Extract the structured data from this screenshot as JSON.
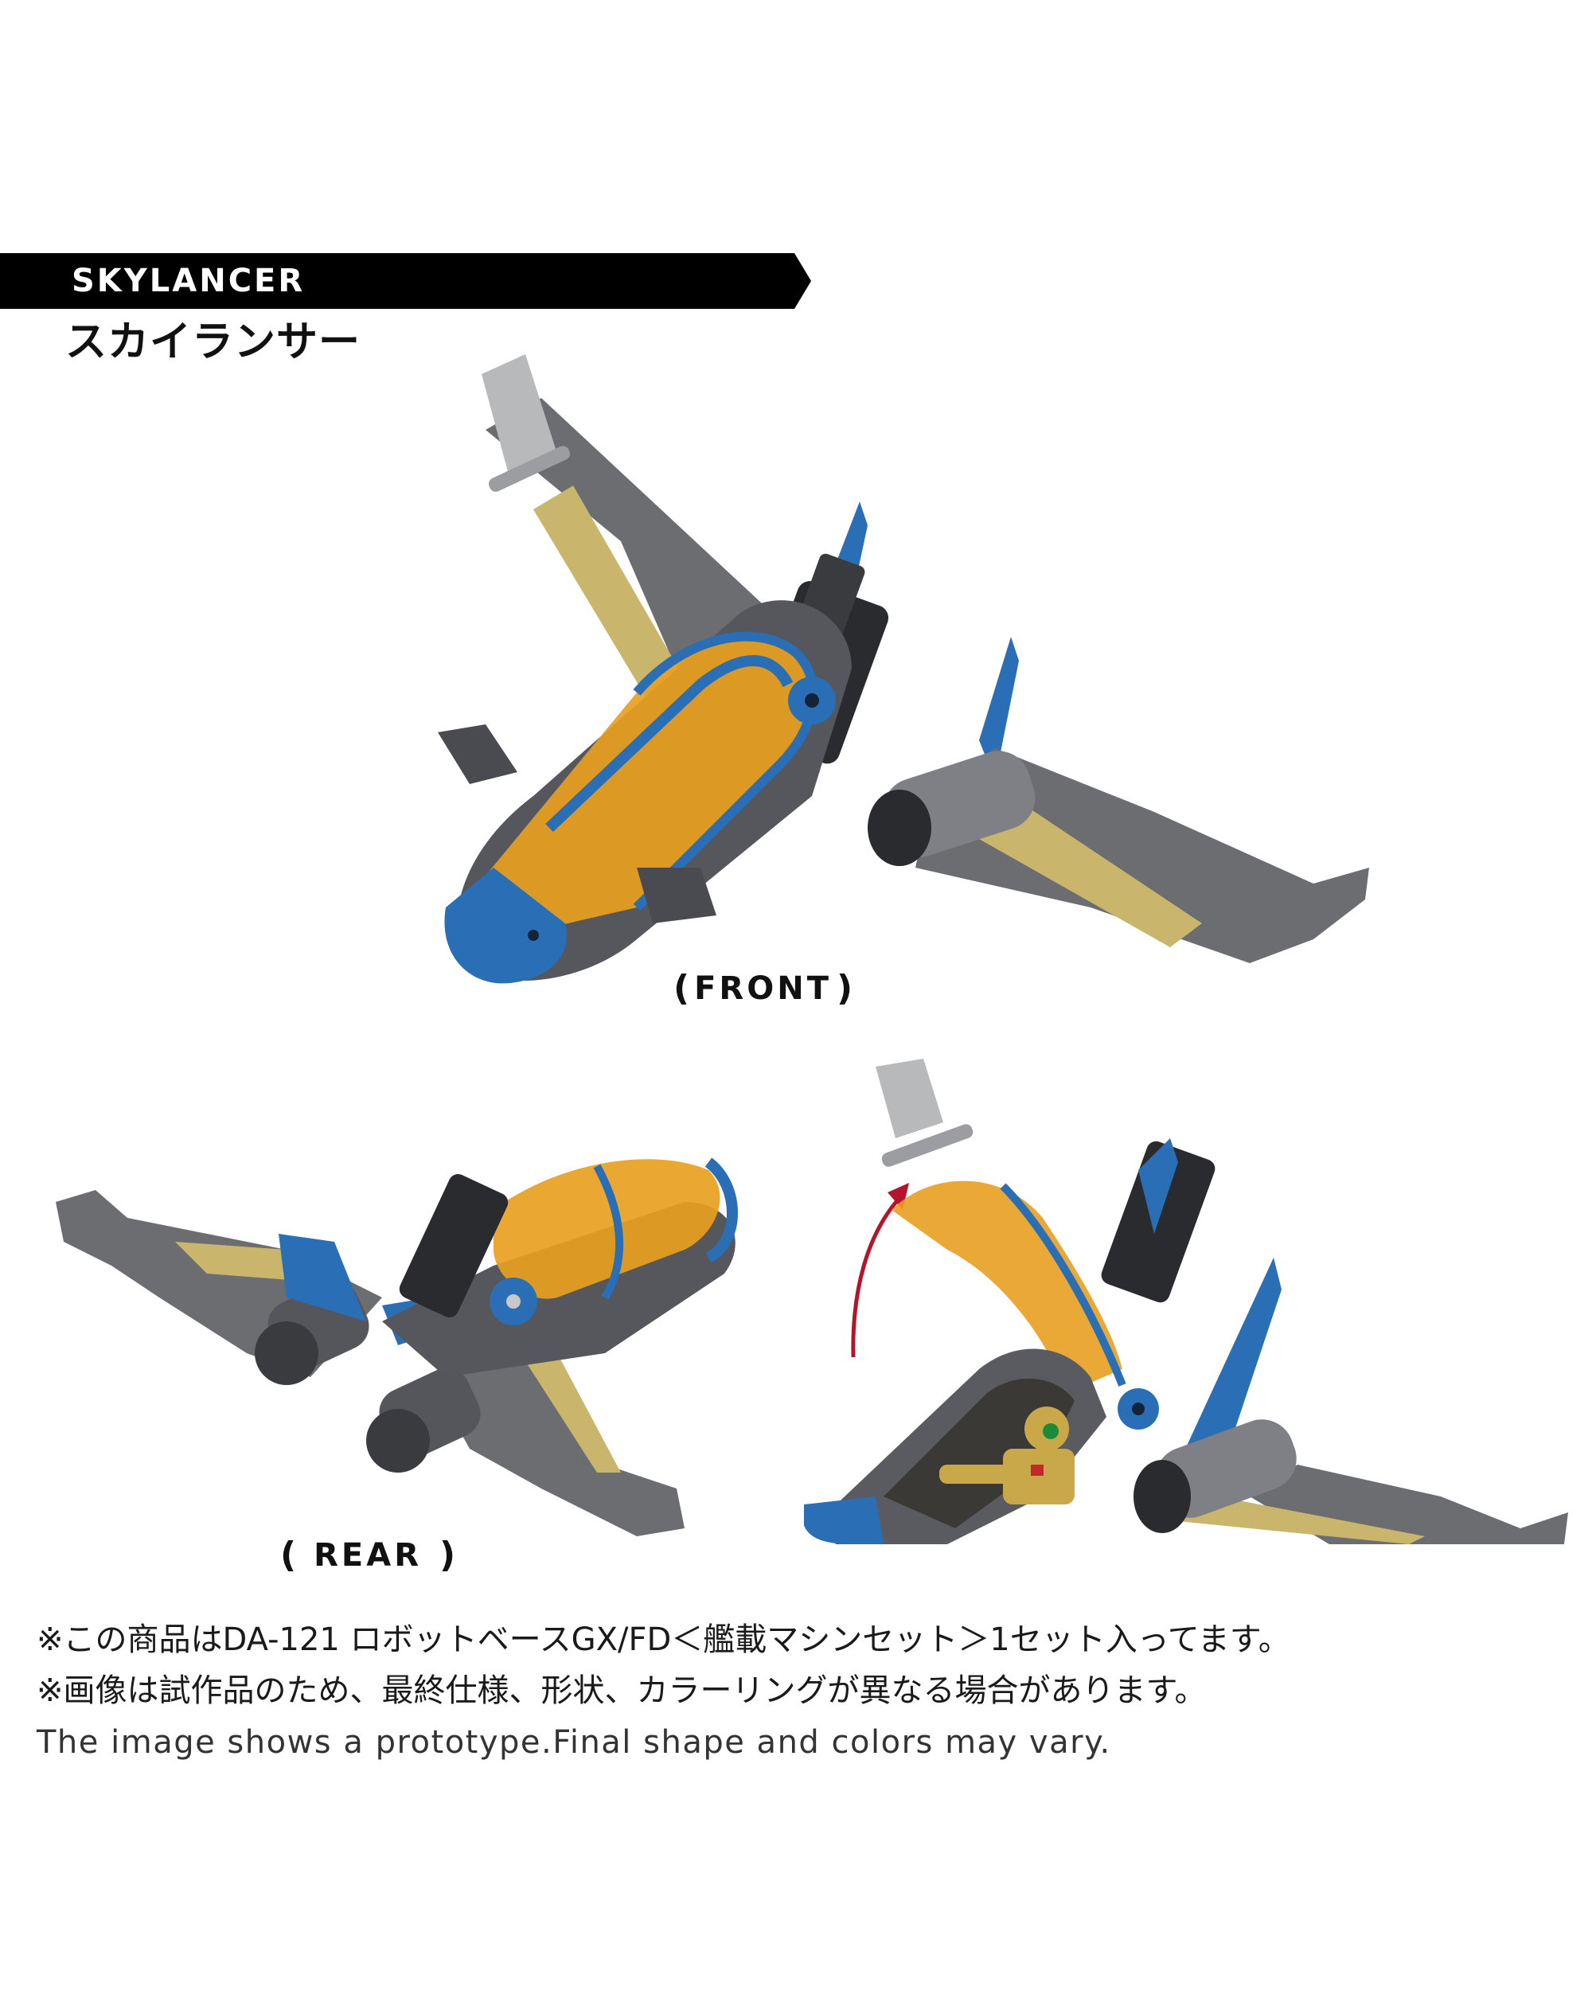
{
  "header": {
    "title_en": "SKYLANCER",
    "title_jp": "スカイランサー",
    "banner_color": "#000000"
  },
  "figures": {
    "front": {
      "label": "FRONT",
      "bracket_open": "(",
      "bracket_close": ")"
    },
    "rear": {
      "label": "REAR",
      "bracket_open": "(",
      "bracket_close": ")"
    },
    "open_cockpit": {
      "arrow_icon": "red-curved-arrow"
    }
  },
  "colors": {
    "metal_blue": "#2a6fb5",
    "canopy_orange": "#e8a021",
    "gunmetal": "#6c6d71",
    "silver": "#b8b9bb",
    "gold": "#c9b66c",
    "dark": "#2a2b2e",
    "arrow_red": "#b5152b",
    "label_highlight": "#f2e38a"
  },
  "notes": {
    "line1": "※この商品はDA-121 ロボットベースGX/FD＜艦載マシンセット＞1セット入ってます。",
    "line2": "※画像は試作品のため、最終仕様、形状、カラーリングが異なる場合があります。",
    "line3": "The image shows a prototype.Final shape and colors may vary."
  }
}
